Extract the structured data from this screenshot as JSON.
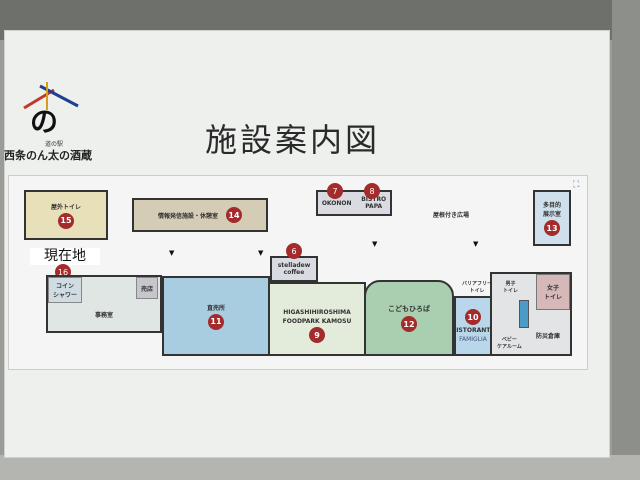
{
  "sign": {
    "title": "施設案内図",
    "logo": {
      "mark": "の",
      "subtitle": "道の駅",
      "name": "西条のん太の酒蔵"
    },
    "current_location": "現在地"
  },
  "rooms": {
    "outdoor_toilet": {
      "label": "屋外トイレ",
      "number": "15"
    },
    "info_rest": {
      "label": "情報発信施設・休憩室",
      "number": "14"
    },
    "coin_shower": {
      "label": "コイン\nシャワー",
      "number": "16"
    },
    "office": {
      "label": "事務室"
    },
    "shop": {
      "label": "売店"
    },
    "direct_sales": {
      "label": "直売所",
      "number": "11"
    },
    "coffee": {
      "label": "stelladew\ncoffee",
      "number": "6"
    },
    "okonon": {
      "label": "OKONON",
      "number": "7"
    },
    "bistro": {
      "label": "BISTRO\nPAPA",
      "number": "8"
    },
    "covered_plaza": {
      "label": "屋根付き広場"
    },
    "exhibition": {
      "label": "多目的\n展示室",
      "number": "13"
    },
    "foodpark": {
      "label1": "HIGASHIHIROSHIMA",
      "label2": "FOODPARK KAMOSU",
      "number": "9"
    },
    "kids": {
      "label": "こどもひろば",
      "number": "12"
    },
    "ristorante": {
      "label1": "RISTORANTE",
      "label2": "FAMIGLIA",
      "number": "10"
    },
    "barrier_free": {
      "label": "バリアフリー\nトイレ"
    },
    "mens": {
      "label": "男子\nトイレ"
    },
    "womens": {
      "label": "女子\nトイレ"
    },
    "baby": {
      "label": "ベビー\nケアルーム"
    },
    "storage": {
      "label": "防災倉庫"
    }
  }
}
